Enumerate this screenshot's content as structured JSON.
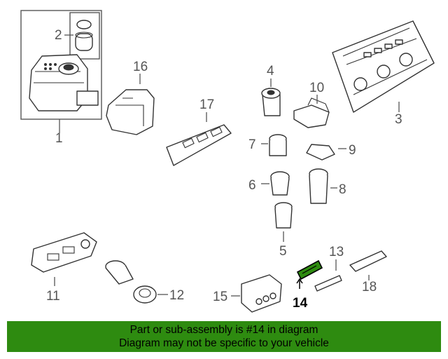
{
  "diagram": {
    "callouts": {
      "c1": "1",
      "c2": "2",
      "c3": "3",
      "c4": "4",
      "c5": "5",
      "c6": "6",
      "c7": "7",
      "c8": "8",
      "c9": "9",
      "c10": "10",
      "c11": "11",
      "c12": "12",
      "c13": "13",
      "c14": "14",
      "c15": "15",
      "c16": "16",
      "c17": "17",
      "c18": "18"
    },
    "highlighted_part": "14",
    "highlight_color": "#2e8b10"
  },
  "banner": {
    "line1": "Part or sub-assembly is #14 in diagram",
    "line2": "Diagram may not be specific to your vehicle",
    "background": "#2e8b10"
  }
}
